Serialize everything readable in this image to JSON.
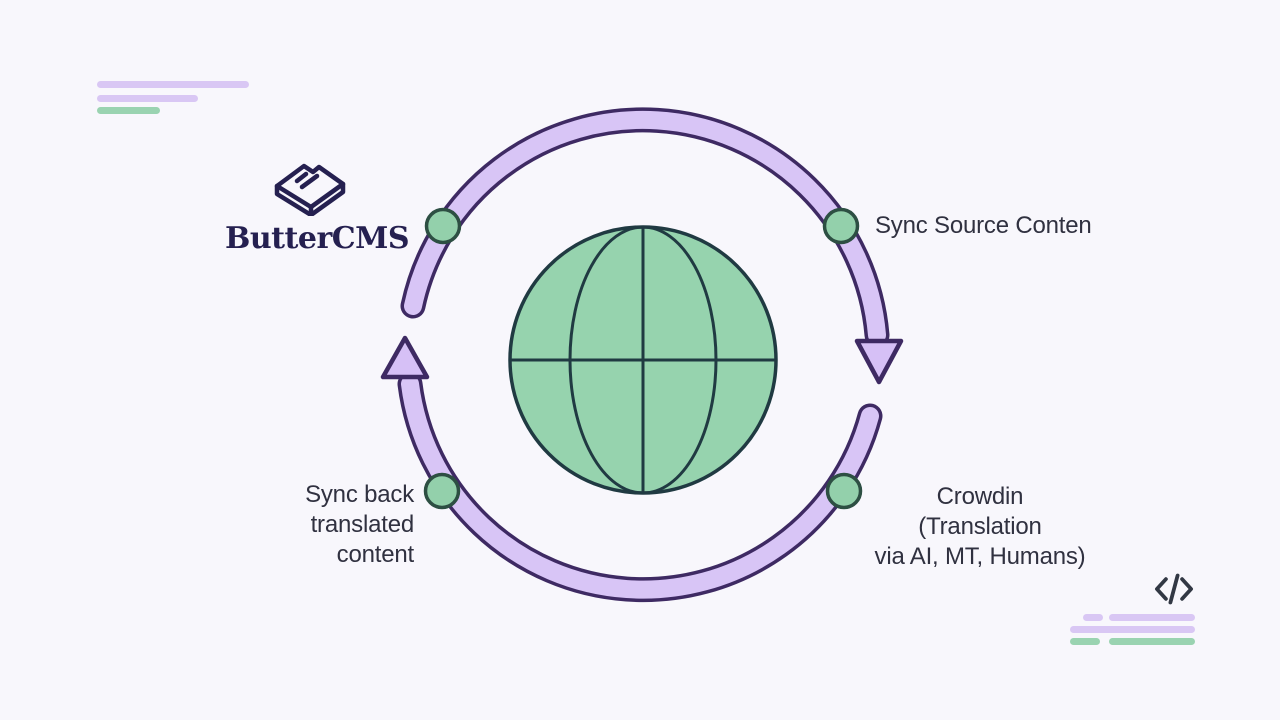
{
  "brand": {
    "name": "ButterCMS",
    "logo_icon": "butter-stick-icon"
  },
  "diagram": {
    "type": "cycle",
    "direction": "clockwise",
    "center_icon": "globe-icon",
    "steps": [
      {
        "label": "Sync Source Conten",
        "position": "top-right"
      },
      {
        "label": "Crowdin (Translation via AI, MT, Humans)",
        "position": "bottom-right"
      },
      {
        "label": "Sync back translated content",
        "position": "bottom-left"
      }
    ],
    "labels": {
      "sync_source": "Sync Source Conten",
      "crowdin_line1": "Crowdin (Translation",
      "crowdin_line2": "via AI, MT, Humans)",
      "sync_back_line1": "Sync back translated",
      "sync_back_line2": "content"
    },
    "node_count": 4
  },
  "icons": {
    "top_left_decoration": "text-lines-decoration",
    "bottom_right_decoration": "code-icon-with-text-lines",
    "code_icon": "</>"
  },
  "colors": {
    "background": "#f8f7fc",
    "ring_fill": "#d8c5f6",
    "ring_border": "#3e2a63",
    "arrow_fill": "#d6c0f6",
    "node_fill": "#93d0ab",
    "node_border": "#2d4f43",
    "globe_fill": "#96d3ae",
    "globe_stroke": "#203a42",
    "label_text": "#303140",
    "brand_text": "#252050",
    "decoration_purple": "#d9c7f4",
    "decoration_green": "#9ad3b1"
  }
}
